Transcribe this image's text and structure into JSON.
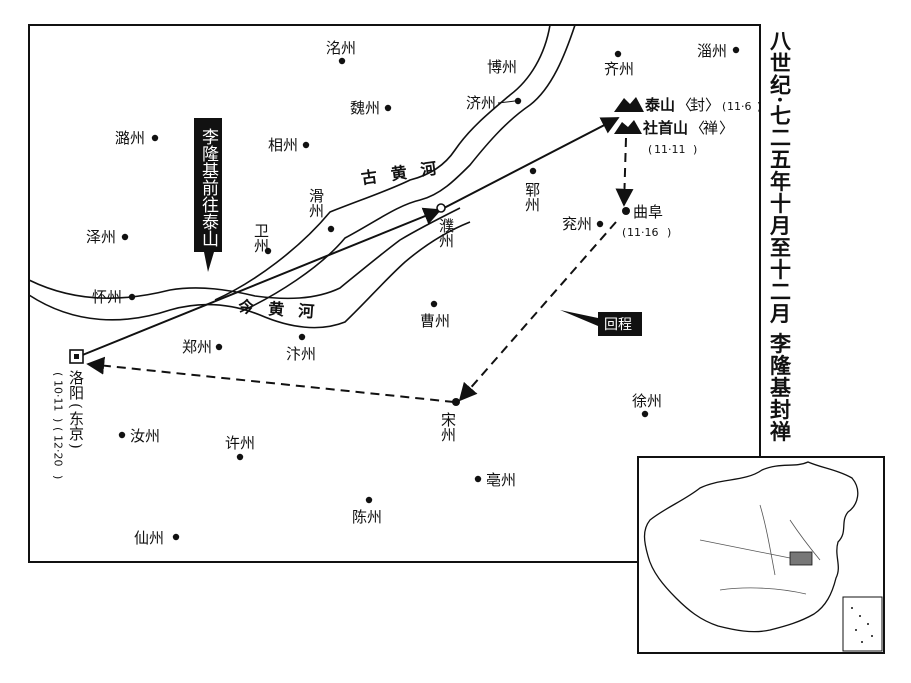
{
  "title_vertical": "八世纪·七二五年十月至十二月 李隆基封禅",
  "route_label": "李隆基前往泰山",
  "return_label": "回程",
  "rivers": {
    "old": "古黄河",
    "new": "今黄河"
  },
  "cities": {
    "luozhou": "洺州",
    "luzhou": "潞州",
    "weizhou_n": "魏州",
    "xiangzhou": "相州",
    "bozhou_n": "博州",
    "jizhou": "济州",
    "qizhou": "齐州",
    "zizhou": "淄州",
    "zezhou": "泽州",
    "weizhou_s": "卫州",
    "huazhou": "滑州",
    "puzhou": "濮州",
    "yunzhou": "郓州",
    "yanzhou": "兖州",
    "huaizhou": "怀州",
    "caozhou": "曹州",
    "zhengzhou": "郑州",
    "bianzhou": "汴州",
    "songzhou": "宋州",
    "xuzhou": "徐州",
    "ruzhou": "汝州",
    "xuzhou2": "许州",
    "bozhou_s": "亳州",
    "chenzhou": "陈州",
    "xianzhou": "仙州"
  },
  "luoyang": {
    "name": "洛阳",
    "note": "东京",
    "date1": "10·11",
    "date2": "12·20"
  },
  "taishan": {
    "name": "泰山",
    "rite": "封",
    "date": "11·6"
  },
  "sheshou": {
    "name": "社首山",
    "rite": "禅",
    "date": "11·11"
  },
  "qufu": {
    "name": "曲阜",
    "date": "11·16"
  }
}
